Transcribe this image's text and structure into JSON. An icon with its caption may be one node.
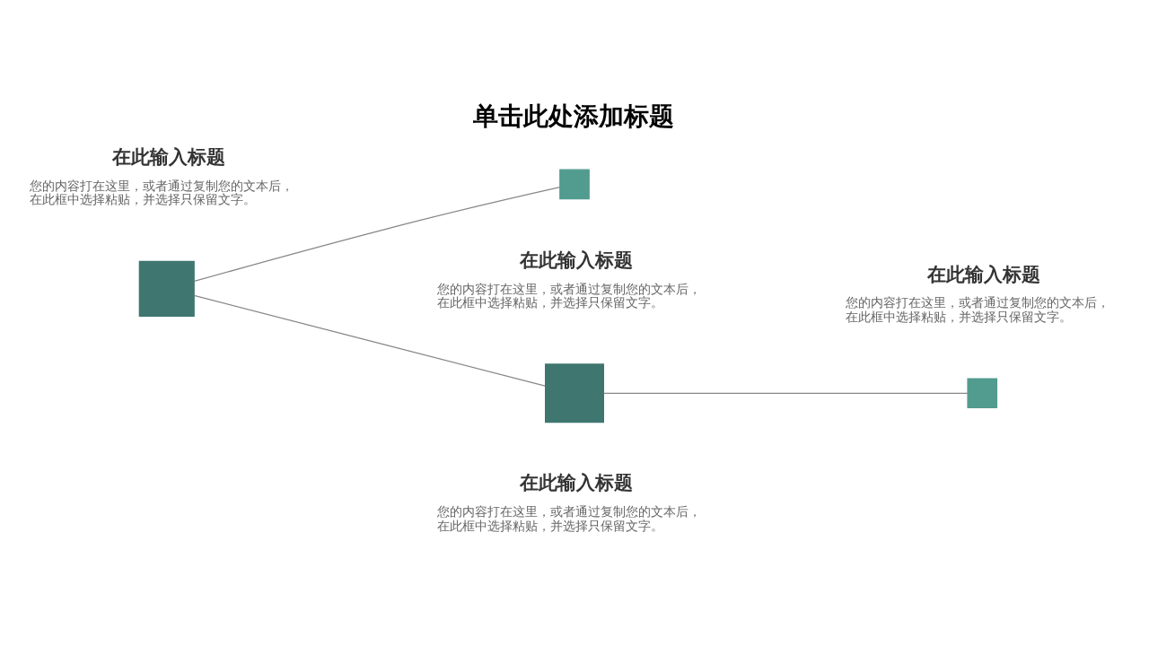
{
  "diagram": {
    "title": "单击此处添加标题",
    "nodes": [
      {
        "text": [],
        "shape": "box",
        "beside": [
          "在此输入标题",
          "您的内容打在这里，或者通过复制您的文本后，在此框中选择粘贴，并选择只保留文字。"
        ]
      },
      {
        "text": [],
        "shape": "box",
        "beside": [
          "在此输入标题",
          "您的内容打在这里，或者通过复制您的文本后，在此框中选择粘贴，并选择只保留文字。"
        ]
      },
      {
        "text": [],
        "shape": "box",
        "beside": [
          "在此输入标题",
          "您的内容打在这里，或者通过复制您的文本后，在此框中选择粘贴，并选择只保留文字。"
        ]
      },
      {
        "text": [],
        "shape": "box",
        "beside": [
          "在此输入标题",
          "您的内容打在这里，或者通过复制您的文本后，在此框中选择粘贴，并选择只保留文字。"
        ]
      }
    ],
    "edges": [
      {
        "from": 1,
        "to": 0,
        "arrow": "none"
      },
      {
        "from": 1,
        "to": 2,
        "arrow": "none"
      },
      {
        "from": 2,
        "to": 3,
        "arrow": "none"
      }
    ]
  }
}
